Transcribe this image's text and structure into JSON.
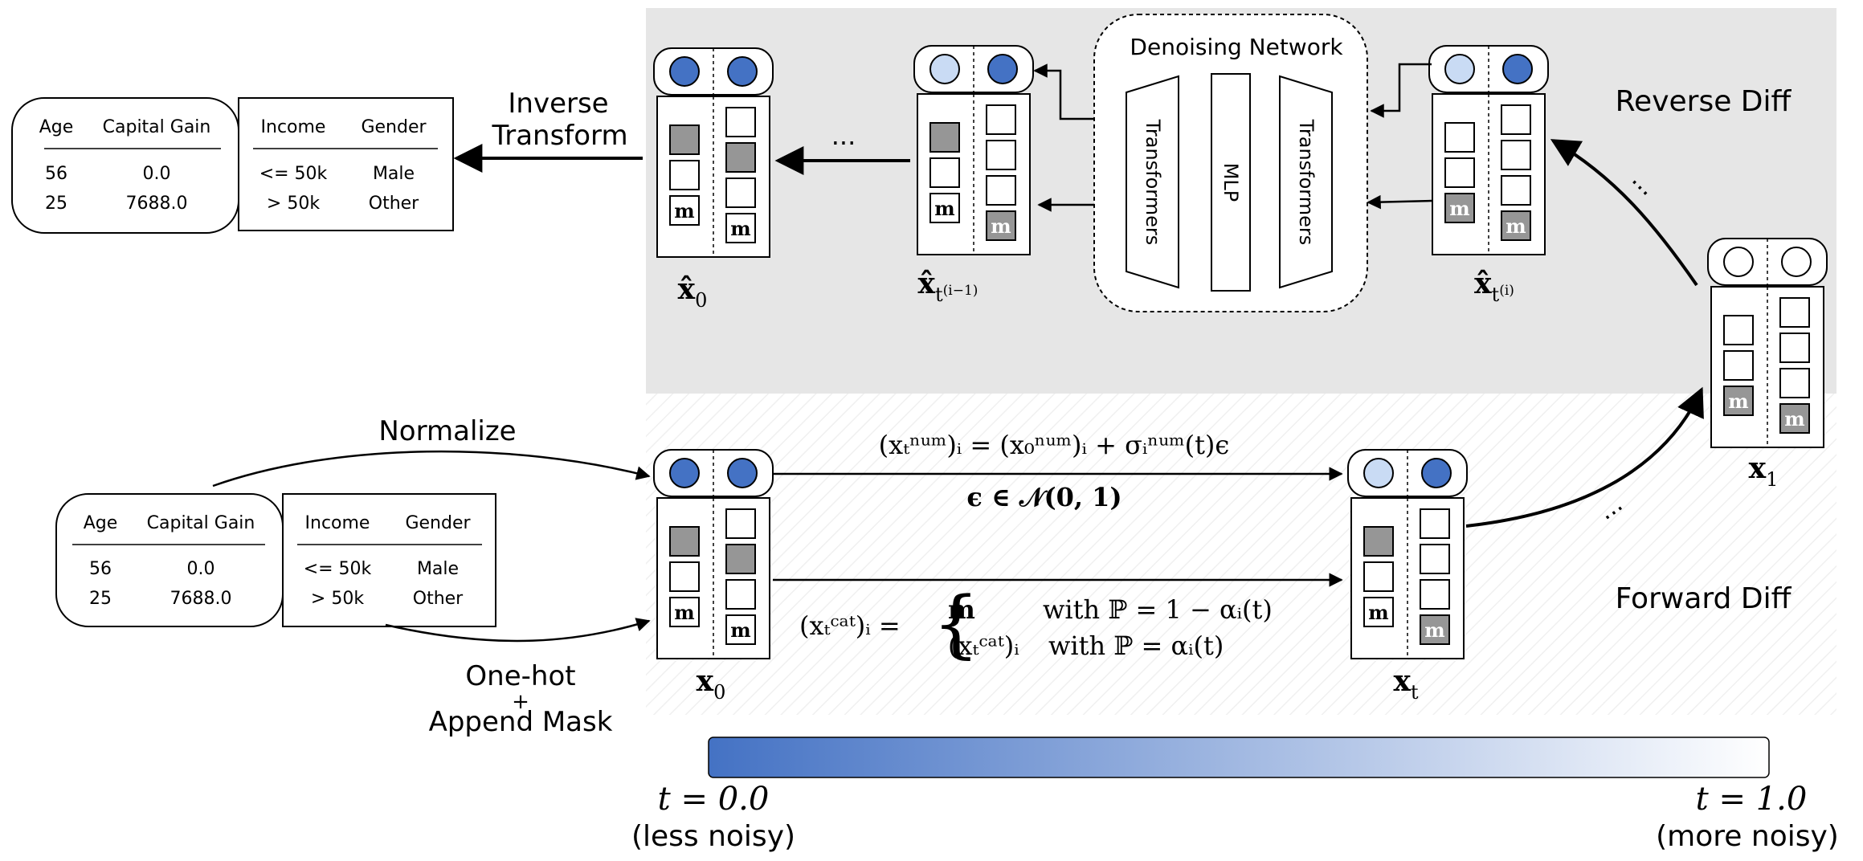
{
  "colors": {
    "dark_blue": "#4472C4",
    "light_blue": "#C9DBF4",
    "grey_cell": "#969696",
    "reverse_bg": "#E6E6E6",
    "gradient_start": "#4472C4",
    "gradient_end": "#FFFFFF"
  },
  "top_tables": {
    "left": {
      "headers": [
        "Age",
        "Capital Gain"
      ],
      "rows": [
        [
          "56",
          "0.0"
        ],
        [
          "25",
          "7688.0"
        ]
      ]
    },
    "right": {
      "headers": [
        "Income",
        "Gender"
      ],
      "rows": [
        [
          "<= 50k",
          "Male"
        ],
        [
          "> 50k",
          "Other"
        ]
      ]
    }
  },
  "bottom_tables": {
    "left": {
      "headers": [
        "Age",
        "Capital Gain"
      ],
      "rows": [
        [
          "56",
          "0.0"
        ],
        [
          "25",
          "7688.0"
        ]
      ]
    },
    "right": {
      "headers": [
        "Income",
        "Gender"
      ],
      "rows": [
        [
          "<= 50k",
          "Male"
        ],
        [
          "> 50k",
          "Other"
        ]
      ]
    }
  },
  "labels": {
    "inverse_transform_1": "Inverse",
    "inverse_transform_2": "Transform",
    "normalize": "Normalize",
    "one_hot": "One-hot",
    "plus": "+",
    "append_mask": "Append Mask",
    "reverse_diff": "Reverse Diff",
    "forward_diff": "Forward Diff",
    "denoising_network": "Denoising Network",
    "transformers_left": "Transformers",
    "mlp": "MLP",
    "transformers_right": "Transformers",
    "ellipsis": "...",
    "mask_token": "m"
  },
  "math": {
    "x_hat_0": {
      "base": "x̂",
      "sub": "0"
    },
    "x_hat_t_im1": {
      "base": "x̂",
      "sub": "t",
      "supsub": "(i−1)"
    },
    "x_hat_t_i": {
      "base": "x̂",
      "sub": "t",
      "supsub": "(i)"
    },
    "x_1": {
      "base": "x",
      "sub": "1"
    },
    "x_0": {
      "base": "x",
      "sub": "0"
    },
    "x_t": {
      "base": "x",
      "sub": "t"
    },
    "num_eq": "(xₜⁿᵘᵐ)ᵢ = (x₀ⁿᵘᵐ)ᵢ + σᵢⁿᵘᵐ(t)ϵ",
    "eps_dist": "ϵ ∈ 𝒩(0, 1)",
    "cat_lhs": "(xₜᶜᵃᵗ)ᵢ =",
    "cat_case1_val": "m",
    "cat_case1_cond": "with ℙ = 1 − αᵢ(t)",
    "cat_case2_val": "(xₜᶜᵃᵗ)ᵢ",
    "cat_case2_cond": "with ℙ = αᵢ(t)"
  },
  "noise_bar": {
    "left_value": "t = 0.0",
    "left_caption": "(less noisy)",
    "right_value": "t = 1.0",
    "right_caption": "(more noisy)"
  }
}
